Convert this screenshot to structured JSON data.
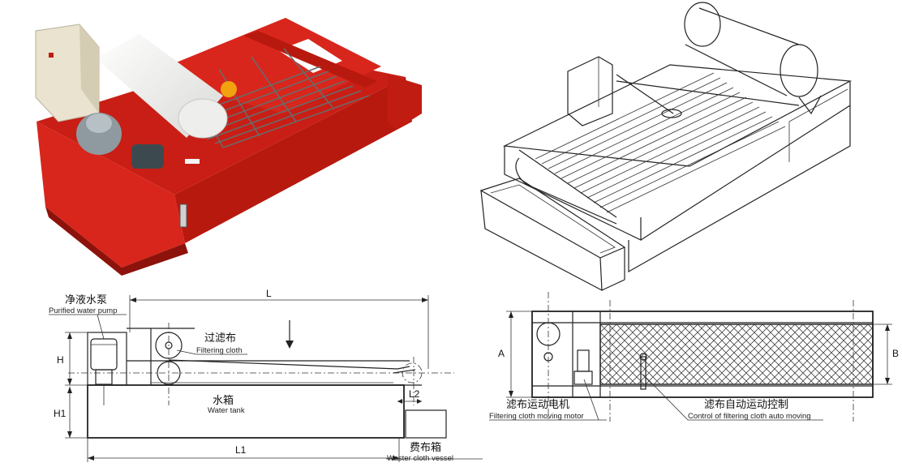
{
  "figures": {
    "photo": {
      "name": "paper-band-filter-photo"
    },
    "isometric": {
      "name": "paper-band-filter-isometric"
    }
  },
  "side_view": {
    "pump_cn": "净液水泵",
    "pump_en": "Purified water pump",
    "cloth_cn": "过滤布",
    "cloth_en": "Filtering cloth",
    "tank_cn": "水箱",
    "tank_en": "Water tank",
    "vessel_cn": "费布箱",
    "vessel_en": "Waster cloth vessel",
    "dim_L": "L",
    "dim_L1": "L1",
    "dim_L2": "L2",
    "dim_H": "H",
    "dim_H1": "H1"
  },
  "top_view": {
    "motor_cn": "滤布运动电机",
    "motor_en": "Filtering cloth moving motor",
    "control_cn": "滤布自动运动控制",
    "control_en": "Control of filtering cloth auto moving",
    "dim_A": "A",
    "dim_B": "B"
  },
  "colors": {
    "machine_red": "#d8261c",
    "machine_red_dark": "#a8160f",
    "cabinet": "#e9e3cf",
    "roll": "#f4f4f2"
  }
}
